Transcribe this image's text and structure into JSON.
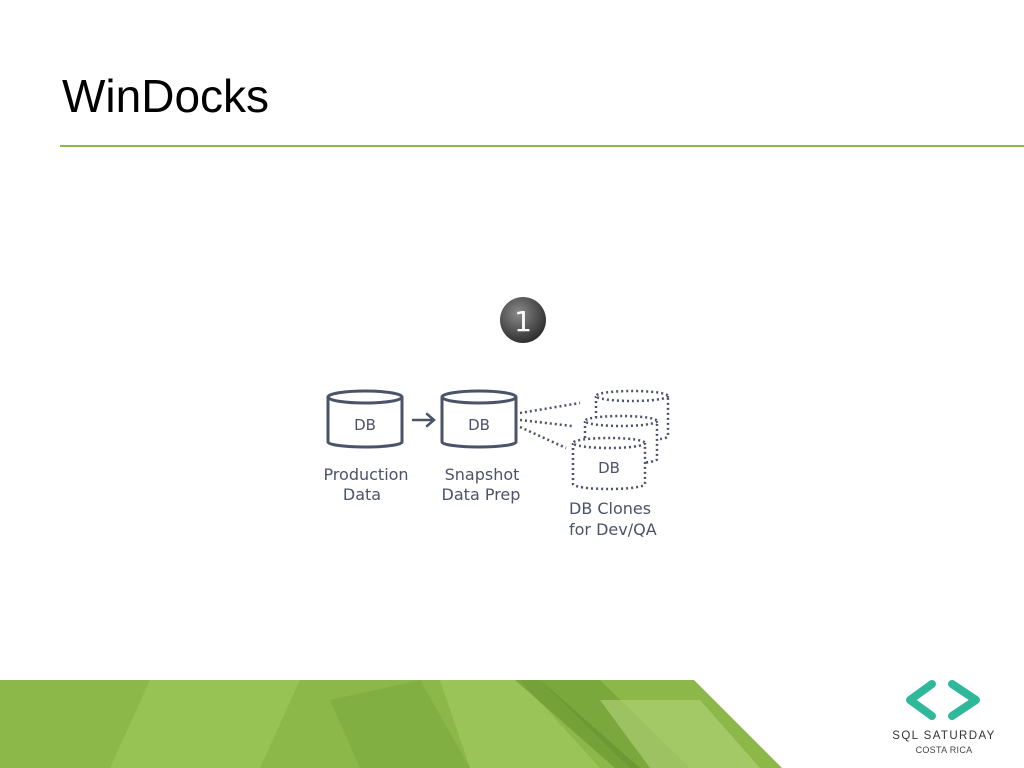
{
  "slide": {
    "title": "WinDocks"
  },
  "diagram": {
    "step_number": "1",
    "production_db_label": "DB",
    "production_caption_line1": "Production",
    "production_caption_line2": "Data",
    "snapshot_db_label": "DB",
    "snapshot_caption_line1": "Snapshot",
    "snapshot_caption_line2": "Data Prep",
    "clone_db_label": "DB",
    "clones_caption_line1": "DB Clones",
    "clones_caption_line2": "for Dev/QA"
  },
  "logo": {
    "name": "SQL SATURDAY",
    "subtitle": "COSTA RICA"
  },
  "colors": {
    "accent_green": "#8cb849",
    "diagram_stroke": "#4a5368",
    "logo_teal": "#2fb89a"
  }
}
